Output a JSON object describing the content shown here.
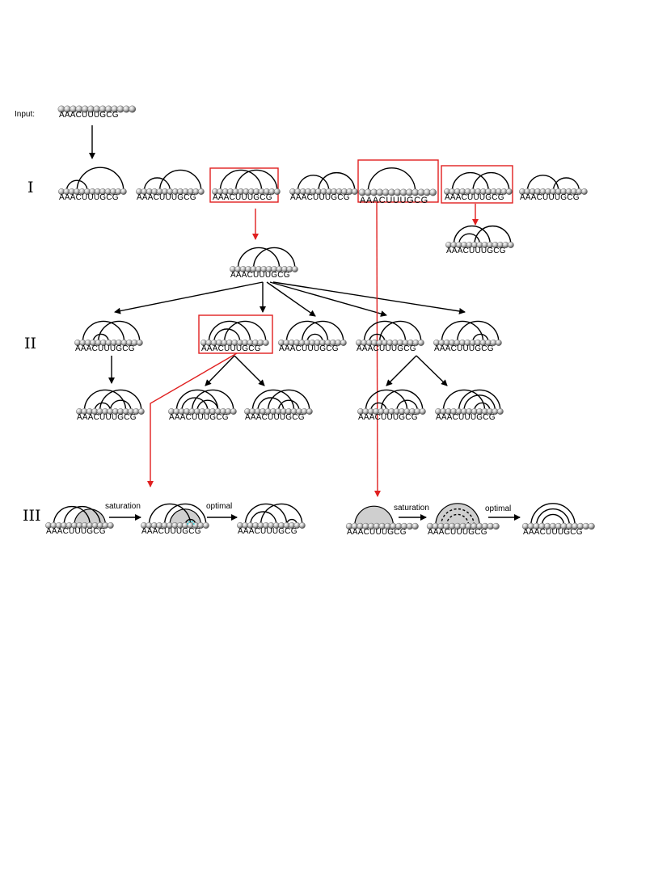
{
  "input_label": "Input:",
  "sequence": "AAACUUUGCG",
  "stages": {
    "one": "I",
    "two": "II",
    "three": "III"
  },
  "step_labels": {
    "saturation": "saturation",
    "optimal": "optimal"
  },
  "colors": {
    "highlight": "#e02020",
    "cyan_arc": "#22d4e0",
    "fill": "#cfcfcf"
  }
}
